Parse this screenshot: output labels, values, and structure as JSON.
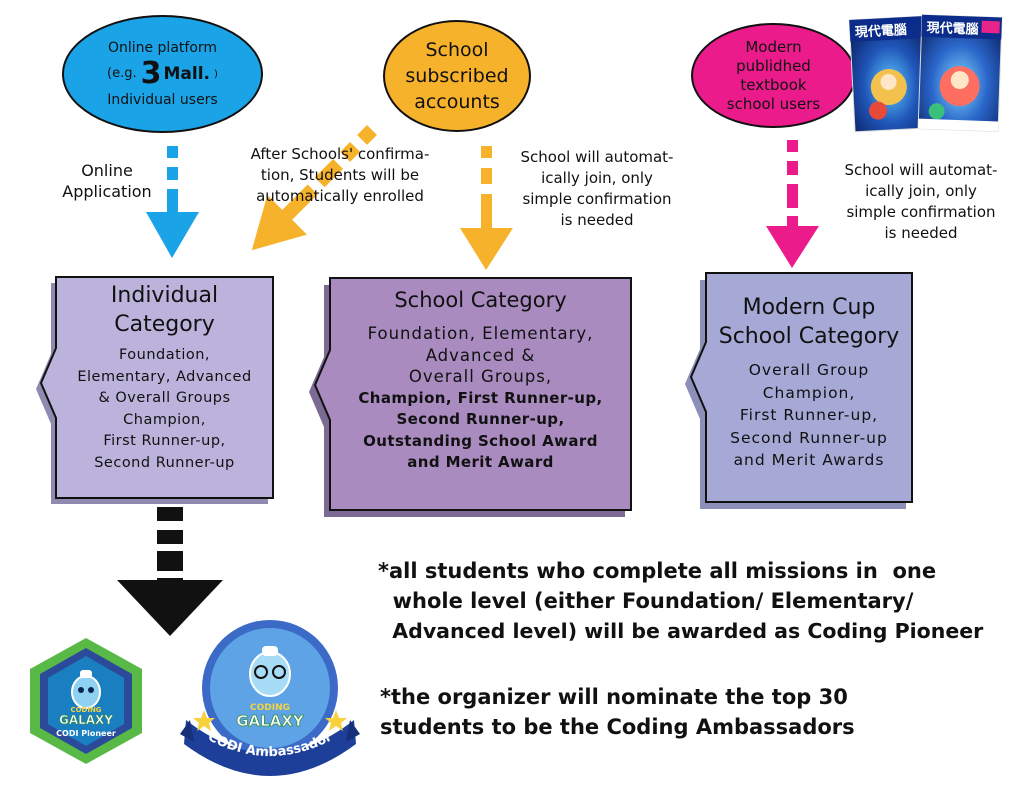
{
  "sources": {
    "online": {
      "line1": "Online platform",
      "eg_prefix": "(e.g.",
      "logo_digit": "3",
      "logo_word": "Mall.",
      "eg_suffix": ")",
      "line3": "Individual users",
      "color": "#1ba3e8"
    },
    "school": {
      "lines": [
        "School",
        "subscribed",
        "accounts"
      ],
      "color": "#f7b22c"
    },
    "modern": {
      "lines": [
        "Modern",
        "publidhed",
        "textbook",
        "school users"
      ],
      "color": "#ec1b8c",
      "book_title": "現代電腦"
    }
  },
  "arrow_labels": {
    "online": [
      "Online",
      "Application"
    ],
    "confirm": [
      "After Schools' confirma-",
      "tion, Students will be",
      "automatically enrolled"
    ],
    "school_join": [
      "School will automat-",
      "ically join, only",
      "simple confirmation",
      "is needed"
    ],
    "modern_join": [
      "School will automat-",
      "ically join, only",
      "simple confirmation",
      "is needed"
    ]
  },
  "categories": {
    "individual": {
      "title": [
        "Individual",
        "Category"
      ],
      "body": [
        "Foundation,",
        "Elementary, Advanced",
        "& Overall Groups",
        "Champion,",
        "First Runner-up,",
        "Second Runner-up"
      ],
      "fill": "#bcb3dc"
    },
    "school": {
      "title": [
        "School Category"
      ],
      "body": [
        "Foundation, Elementary,",
        "Advanced &",
        "Overall Groups,",
        "Champion, First Runner-up,",
        "Second Runner-up,",
        "Outstanding School Award",
        "and Merit Award"
      ],
      "fill": "#a98bbf"
    },
    "modern": {
      "title": [
        "Modern Cup",
        "School Category"
      ],
      "body": [
        "Overall Group",
        "Champion,",
        "First Runner-up,",
        "Second Runner-up",
        "and Merit Awards"
      ],
      "fill": "#a6a9d6"
    }
  },
  "badges": {
    "pioneer": {
      "top": "CODING",
      "main": "GALAXY",
      "caption": "CODI Pioneer"
    },
    "ambassador": {
      "top": "CODING",
      "main": "GALAXY",
      "ribbon": "CODI Ambassador"
    }
  },
  "notes": [
    [
      "*all students who complete all missions in  one",
      "  whole level (either Foundation/ Elementary/",
      "  Advanced level) will be awarded as Coding Pioneer"
    ],
    [
      "*the organizer will nominate the top 30",
      "students to be the Coding Ambassadors"
    ]
  ]
}
